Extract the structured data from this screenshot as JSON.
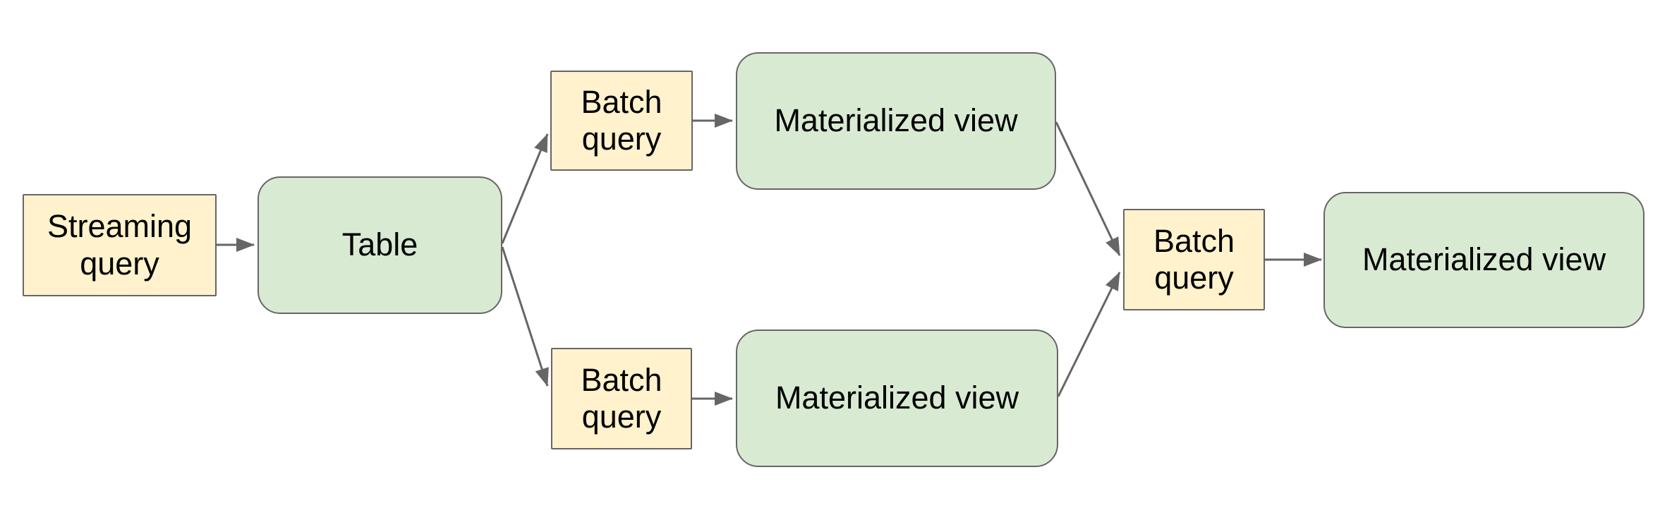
{
  "diagram": {
    "colors": {
      "background": "#ffffff",
      "query_box_fill": "#fff2cc",
      "table_box_fill": "#d9ead3",
      "box_border": "#666666",
      "arrow": "#666666",
      "text": "#000000"
    },
    "nodes": [
      {
        "id": "streaming-query",
        "kind": "query",
        "label": "Streaming query"
      },
      {
        "id": "table",
        "kind": "table",
        "label": "Table"
      },
      {
        "id": "batch-query-top",
        "kind": "query",
        "label": "Batch query"
      },
      {
        "id": "materialized-view-top",
        "kind": "table",
        "label": "Materialized view"
      },
      {
        "id": "batch-query-bottom",
        "kind": "query",
        "label": "Batch query"
      },
      {
        "id": "materialized-view-bottom",
        "kind": "table",
        "label": "Materialized view"
      },
      {
        "id": "batch-query-right",
        "kind": "query",
        "label": "Batch query"
      },
      {
        "id": "materialized-view-right",
        "kind": "table",
        "label": "Materialized view"
      }
    ],
    "edges": [
      {
        "from": "streaming-query",
        "to": "table"
      },
      {
        "from": "table",
        "to": "batch-query-top"
      },
      {
        "from": "table",
        "to": "batch-query-bottom"
      },
      {
        "from": "batch-query-top",
        "to": "materialized-view-top"
      },
      {
        "from": "batch-query-bottom",
        "to": "materialized-view-bottom"
      },
      {
        "from": "materialized-view-top",
        "to": "batch-query-right"
      },
      {
        "from": "materialized-view-bottom",
        "to": "batch-query-right"
      },
      {
        "from": "batch-query-right",
        "to": "materialized-view-right"
      }
    ]
  }
}
